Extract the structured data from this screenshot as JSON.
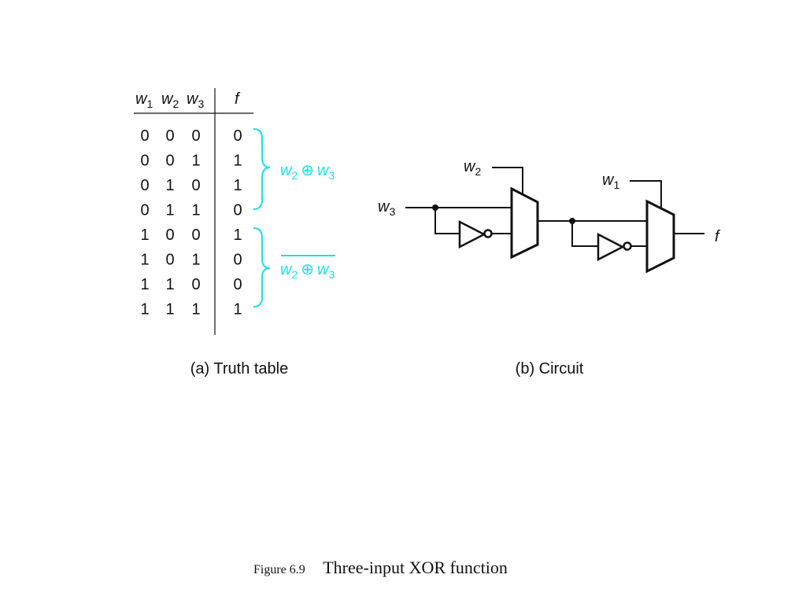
{
  "truth_table": {
    "headers": [
      {
        "var": "w",
        "sub": "1"
      },
      {
        "var": "w",
        "sub": "2"
      },
      {
        "var": "w",
        "sub": "3"
      },
      {
        "var": "f",
        "sub": ""
      }
    ],
    "rows": [
      [
        "0",
        "0",
        "0",
        "0"
      ],
      [
        "0",
        "0",
        "1",
        "1"
      ],
      [
        "0",
        "1",
        "0",
        "1"
      ],
      [
        "0",
        "1",
        "1",
        "0"
      ],
      [
        "1",
        "0",
        "0",
        "1"
      ],
      [
        "1",
        "0",
        "1",
        "0"
      ],
      [
        "1",
        "1",
        "0",
        "0"
      ],
      [
        "1",
        "1",
        "1",
        "1"
      ]
    ],
    "annotation_top": {
      "a": "w",
      "a_sub": "2",
      "op": "⊕",
      "b": "w",
      "b_sub": "3"
    },
    "annotation_bottom": {
      "a": "w",
      "a_sub": "2",
      "op": "⊕",
      "b": "w",
      "b_sub": "3",
      "overbar": true
    },
    "accent_color": "#19e0e8",
    "caption": "(a) Truth table"
  },
  "circuit": {
    "labels": {
      "w1": {
        "var": "w",
        "sub": "1"
      },
      "w2": {
        "var": "w",
        "sub": "2"
      },
      "w3": {
        "var": "w",
        "sub": "3"
      },
      "f": {
        "var": "f"
      }
    },
    "caption": "(b) Circuit"
  },
  "figure": {
    "number": "Figure 6.9",
    "title": "Three-input XOR function"
  }
}
